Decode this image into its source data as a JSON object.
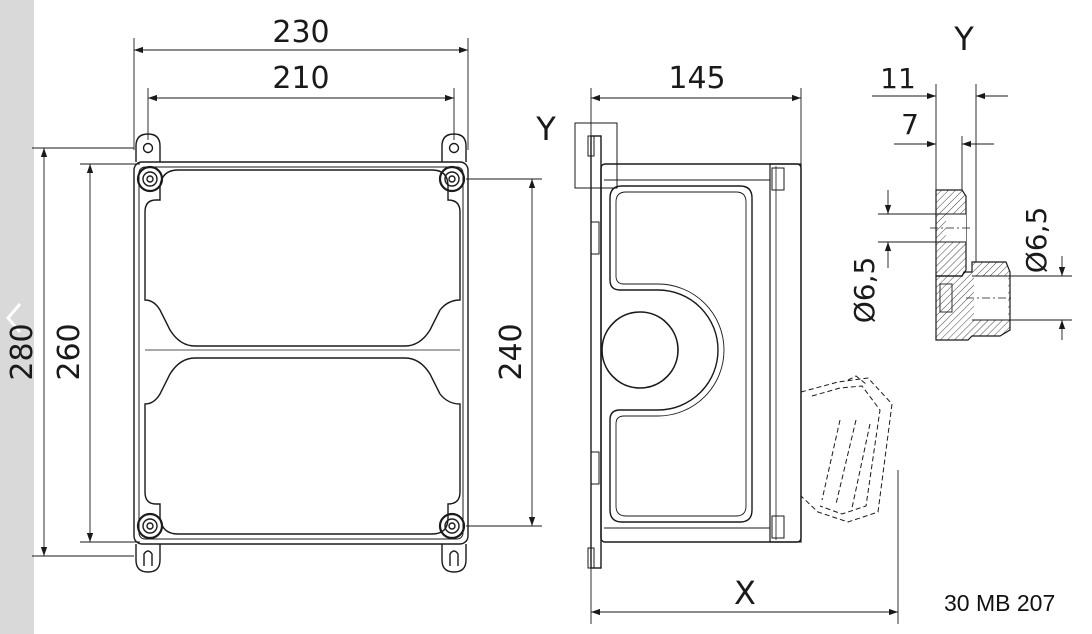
{
  "front_view": {
    "width_overall": "230",
    "width_mounting": "210",
    "height_overall": "280",
    "height_mounting": "260",
    "height_body": "240"
  },
  "side_view": {
    "depth": "145",
    "depth_variable": "X",
    "detail_marker": "Y"
  },
  "detail_y": {
    "title": "Y",
    "dim_11": "11",
    "dim_7": "7",
    "hole_diameter_left": "Ø6,5",
    "hole_diameter_right": "Ø6,5"
  },
  "reference_code": "30 MB 207",
  "colors": {
    "line": "#1a1a1a",
    "sidebar": "#d9d9d9",
    "hatch": "#444444"
  },
  "icons": {
    "back": "chevron-left-icon"
  }
}
